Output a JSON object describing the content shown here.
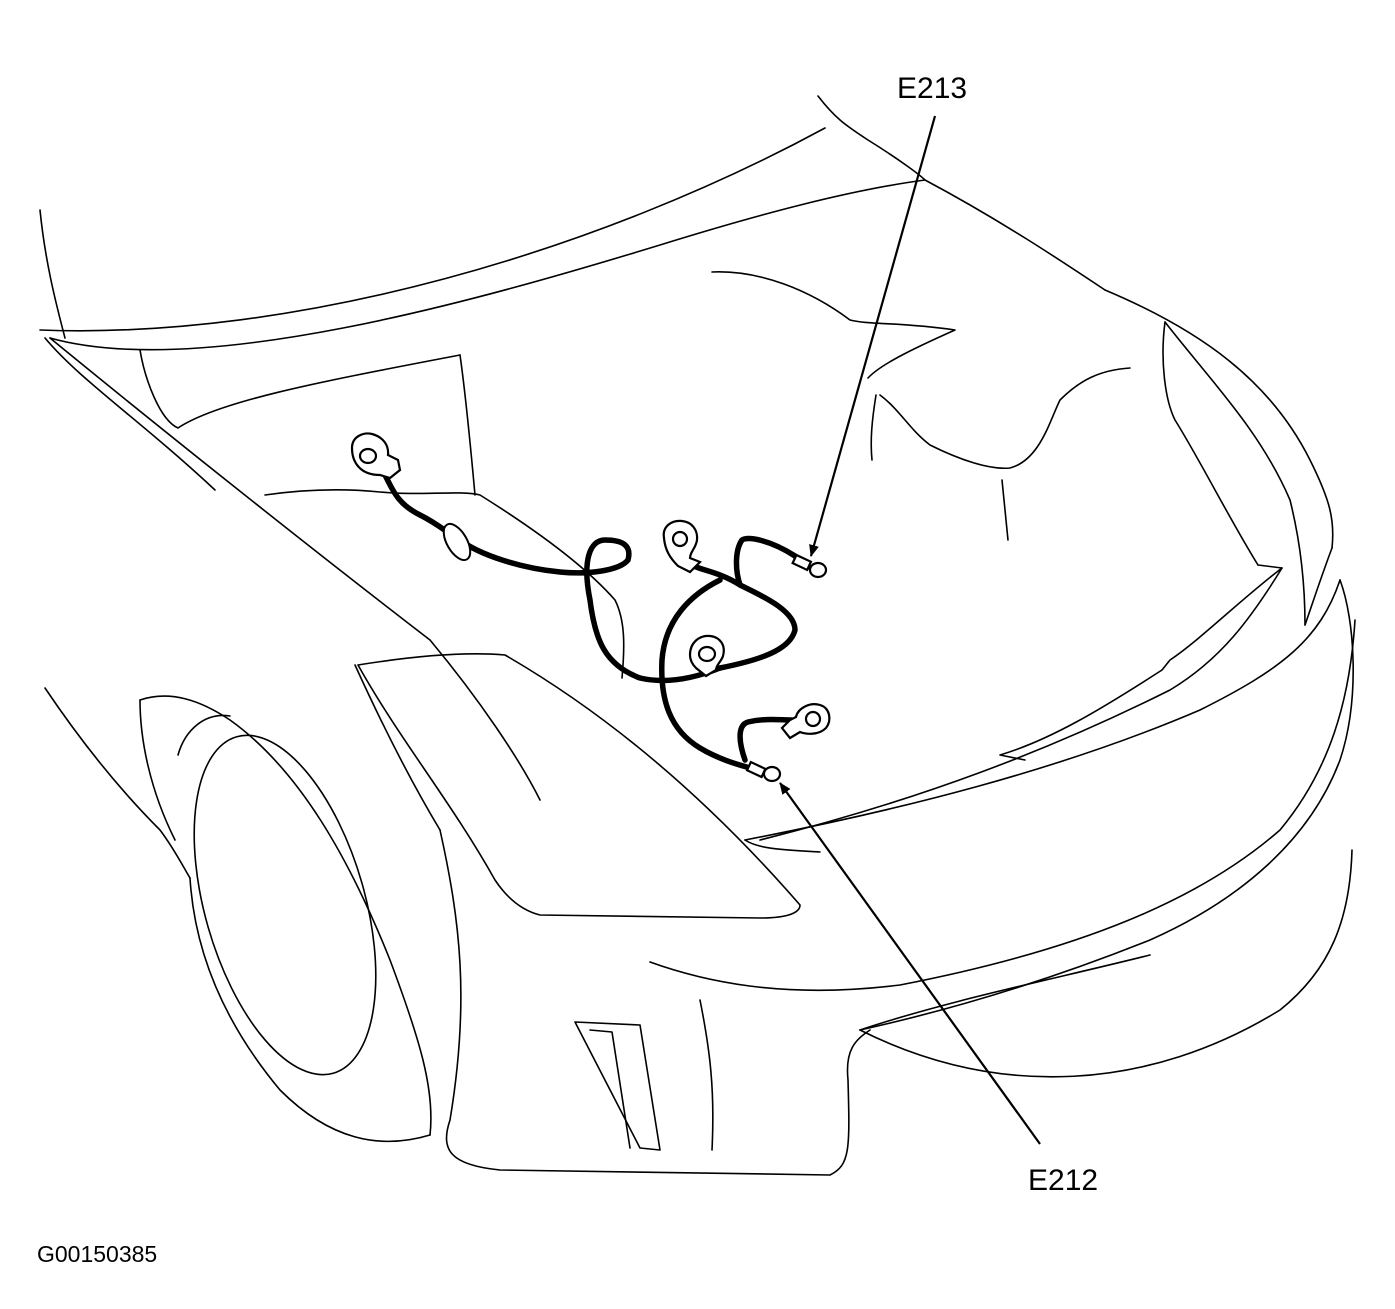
{
  "diagram": {
    "callouts": [
      {
        "id": "E213",
        "label": "E213"
      },
      {
        "id": "E212",
        "label": "E212"
      }
    ],
    "figure_id": "G00150385",
    "colors": {
      "ink": "#000000",
      "paper": "#ffffff"
    }
  }
}
